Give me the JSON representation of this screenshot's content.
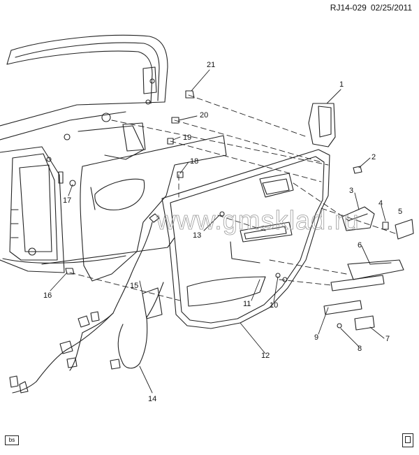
{
  "header": {
    "code": "RJ14-029",
    "date": "02/25/2011"
  },
  "watermark": "www.gmsklad.ru",
  "corner_label": "bs",
  "callouts": [
    "1",
    "2",
    "3",
    "4",
    "5",
    "6",
    "7",
    "8",
    "9",
    "10",
    "11",
    "12",
    "13",
    "14",
    "15",
    "16",
    "17",
    "18",
    "19",
    "20",
    "21"
  ]
}
